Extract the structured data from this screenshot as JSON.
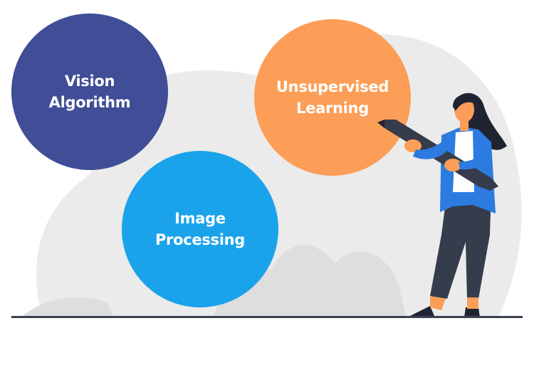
{
  "circles": {
    "vision": {
      "line1": "Vision",
      "line2": "Algorithm",
      "color": "#3f4e96"
    },
    "unsupervised": {
      "line1": "Unsupervised",
      "line2": "Learning",
      "color": "#fc9e57"
    },
    "image": {
      "line1": "Image",
      "line2": "Processing",
      "color": "#1aa3eb"
    }
  },
  "illustration": {
    "figure": "woman-holding-pencil",
    "jacket_color": "#2c7be0",
    "pants_color": "#353c4c",
    "background_blob_color": "#ebebeb"
  }
}
